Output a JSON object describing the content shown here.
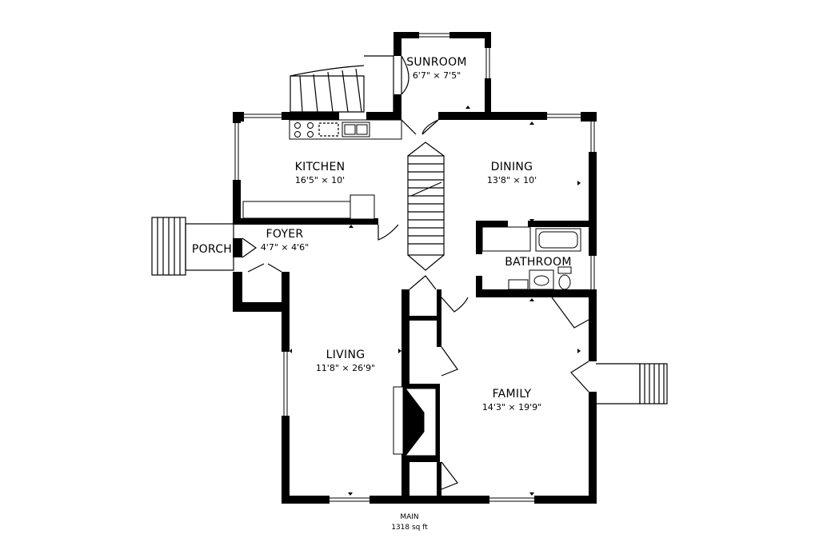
{
  "plan": {
    "level_name": "MAIN",
    "area": "1318 sq ft",
    "rooms": [
      {
        "id": "sunroom",
        "name": "SUNROOM",
        "dims": "6'7\" × 7'5\""
      },
      {
        "id": "kitchen",
        "name": "KITCHEN",
        "dims": "16'5\" × 10'"
      },
      {
        "id": "dining",
        "name": "DINING",
        "dims": "13'8\" × 10'"
      },
      {
        "id": "foyer",
        "name": "FOYER",
        "dims": "4'7\" × 4'6\""
      },
      {
        "id": "porch",
        "name": "PORCH",
        "dims": ""
      },
      {
        "id": "bathroom",
        "name": "BATHROOM",
        "dims": ""
      },
      {
        "id": "living",
        "name": "LIVING",
        "dims": "11'8\" × 26'9\""
      },
      {
        "id": "family",
        "name": "FAMILY",
        "dims": "14'3\" × 19'9\""
      }
    ]
  }
}
